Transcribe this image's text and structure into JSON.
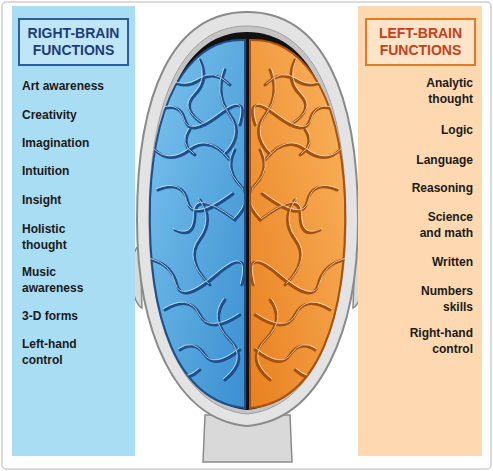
{
  "diagram": {
    "nodes": [
      {
        "text": [
          "Art awareness",
          "Creativity",
          "Imagination",
          "Intuition",
          "Insight",
          "Holistic thought",
          "Music awareness",
          "3-D forms",
          "Left-hand control"
        ]
      },
      {
        "text": [
          "RIGHT-BRAIN FUNCTIONS"
        ],
        "in": 0
      },
      {
        "text": [
          "Analytic thought",
          "Logic",
          "Language",
          "Reasoning",
          "Science and math",
          "Written",
          "Numbers skills",
          "Right-hand control"
        ]
      },
      {
        "text": [
          "LEFT-BRAIN FUNCTIONS"
        ],
        "in": 2
      }
    ]
  }
}
